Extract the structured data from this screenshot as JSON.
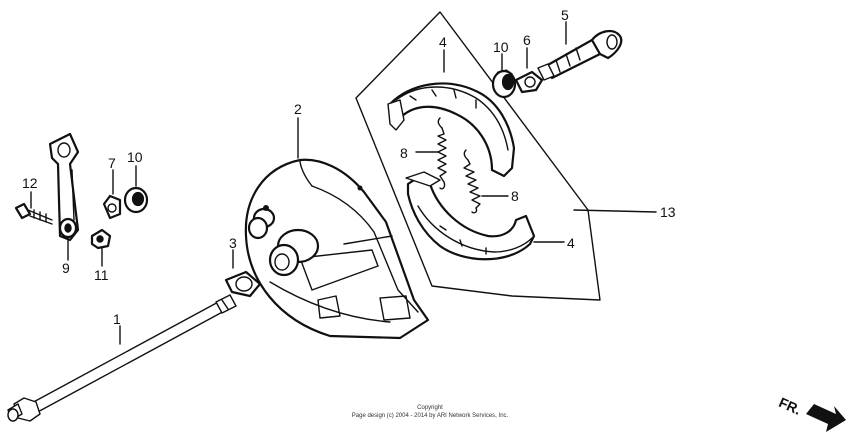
{
  "diagram": {
    "callouts": {
      "p1": "1",
      "p2": "2",
      "p3": "3",
      "p4a": "4",
      "p4b": "4",
      "p5": "5",
      "p6": "6",
      "p7": "7",
      "p8a": "8",
      "p8b": "8",
      "p9": "9",
      "p10a": "10",
      "p10b": "10",
      "p11": "11",
      "p12": "12",
      "p13": "13"
    },
    "direction_label": "FR.",
    "copyright_title": "Copyright",
    "copyright_line": "Page design (c) 2004 - 2014 by ARI Network Services, Inc."
  }
}
